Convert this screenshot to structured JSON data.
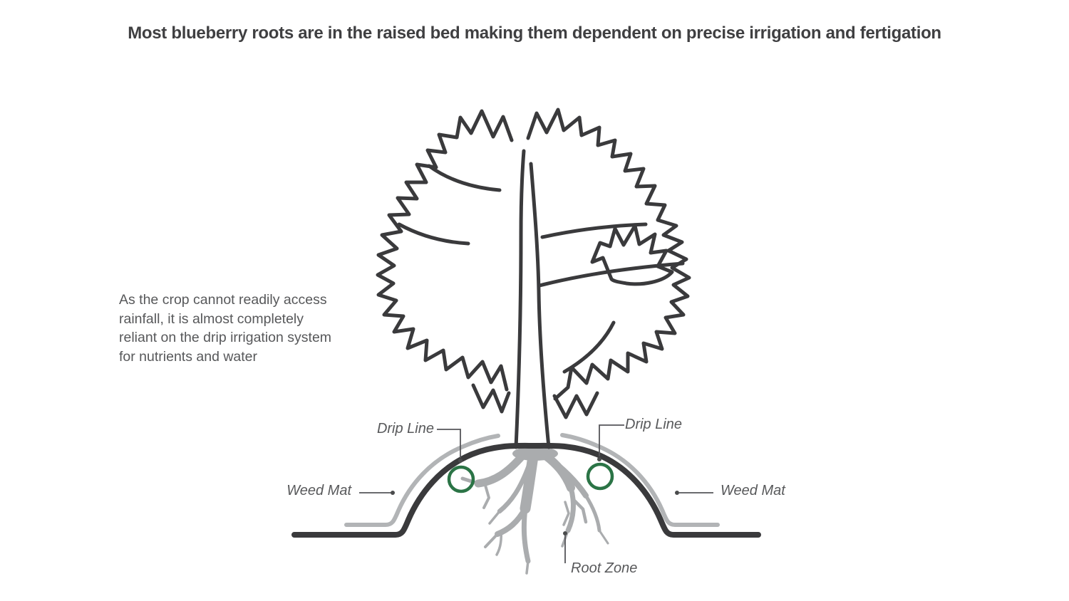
{
  "title": "Most blueberry roots are in the raised bed making them dependent on precise irrigation and fertigation",
  "description": "As the crop cannot readily access\nrainfall, it is almost completely\nreliant on the drip irrigation system\nfor nutrients and water",
  "annotations": {
    "drip_line_left": "Drip Line",
    "drip_line_right": "Drip Line",
    "weed_mat_left": "Weed Mat",
    "weed_mat_right": "Weed Mat",
    "root_zone": "Root Zone"
  },
  "diagram": {
    "elements": [
      "blueberry-bush",
      "raised-bed-mound",
      "weed-mat",
      "drip-line-emitter-left",
      "drip-line-emitter-right",
      "root-system"
    ],
    "colors": {
      "outline_dark": "#3a3a3c",
      "weed_mat_gray": "#b2b4b6",
      "root_gray": "#aaacae",
      "drip_line_green": "#2b7446",
      "leader_line": "#555659",
      "label_text": "#58595b",
      "title_text": "#3f3f41",
      "background": "#ffffff"
    }
  }
}
